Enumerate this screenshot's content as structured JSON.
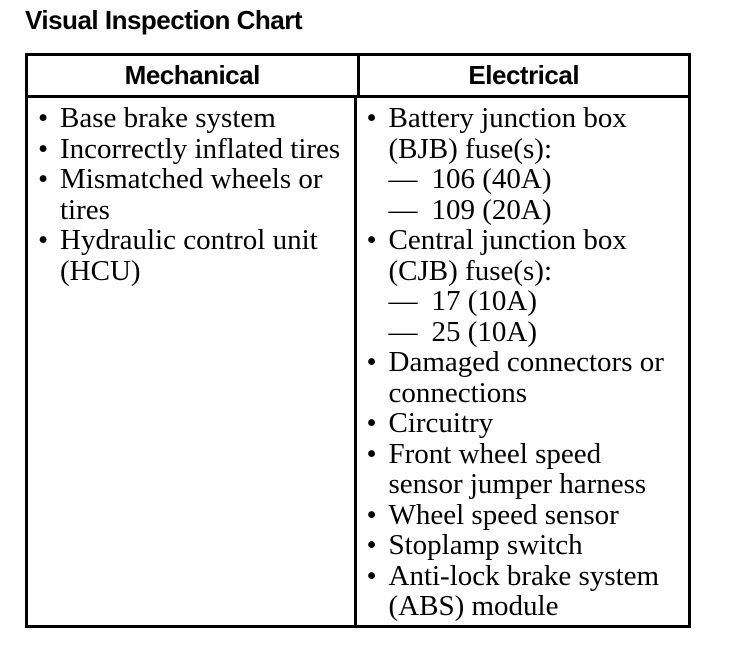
{
  "page": {
    "title": "Visual Inspection Chart"
  },
  "table": {
    "columns": [
      {
        "header": "Mechanical",
        "items": [
          {
            "text": "Base brake system"
          },
          {
            "text": "Incorrectly inflated tires"
          },
          {
            "text": "Mismatched wheels or tires"
          },
          {
            "text": "Hydraulic control unit (HCU)"
          }
        ]
      },
      {
        "header": "Electrical",
        "items": [
          {
            "text": "Battery junction box (BJB) fuse(s):",
            "sub": [
              "106 (40A)",
              "109 (20A)"
            ]
          },
          {
            "text": "Central junction box (CJB) fuse(s):",
            "sub": [
              "17 (10A)",
              "25 (10A)"
            ]
          },
          {
            "text": "Damaged connectors or connections"
          },
          {
            "text": "Circuitry"
          },
          {
            "text": "Front wheel speed sensor jumper harness"
          },
          {
            "text": "Wheel speed sensor"
          },
          {
            "text": "Stoplamp switch"
          },
          {
            "text": "Anti-lock brake system (ABS) module"
          }
        ]
      }
    ]
  },
  "glyphs": {
    "bullet": "•",
    "dash": "—"
  },
  "colors": {
    "text": "#000000",
    "background": "#ffffff",
    "border": "#000000"
  }
}
